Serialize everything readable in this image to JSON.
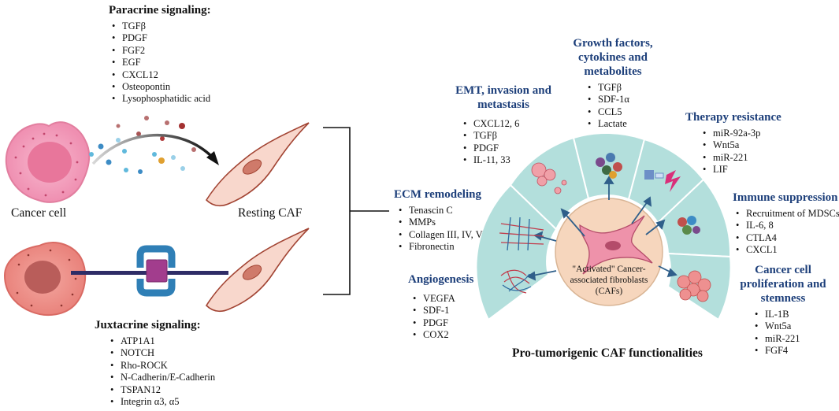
{
  "paracrine": {
    "title": "Paracrine signaling:",
    "items": [
      "TGFβ",
      "PDGF",
      "FGF2",
      "EGF",
      "CXCL12",
      "Osteopontin",
      "Lysophosphatidic acid"
    ]
  },
  "juxtacrine": {
    "title": "Juxtacrine signaling:",
    "items": [
      "ATP1A1",
      "NOTCH",
      "Rho-ROCK",
      "N-Cadherin/E-Cadherin",
      "TSPAN12",
      "Integrin α3, α5"
    ]
  },
  "cells": {
    "cancer": "Cancer cell",
    "resting": "Resting CAF"
  },
  "functions": {
    "growth": {
      "title": [
        "Growth factors,",
        "cytokines and",
        "metabolites"
      ],
      "items": [
        "TGFβ",
        "SDF-1α",
        "CCL5",
        "Lactate"
      ]
    },
    "emt": {
      "title": [
        "EMT, invasion and",
        "metastasis"
      ],
      "items": [
        "CXCL12, 6",
        "TGFβ",
        "PDGF",
        "IL-11, 33"
      ]
    },
    "therapy": {
      "title": [
        "Therapy resistance"
      ],
      "items": [
        "miR-92a-3p",
        "Wnt5a",
        "miR-221",
        "LIF"
      ]
    },
    "ecm": {
      "title": [
        "ECM remodeling"
      ],
      "items": [
        "Tenascin C",
        "MMPs",
        "Collagen III, IV, V",
        "Fibronectin"
      ]
    },
    "immune": {
      "title": [
        "Immune suppression"
      ],
      "items": [
        "Recruitment of MDSCs",
        "IL-6, 8",
        "CTLA4",
        "CXCL1"
      ]
    },
    "angio": {
      "title": [
        "Angiogenesis"
      ],
      "items": [
        "VEGFA",
        "SDF-1",
        "PDGF",
        "COX2"
      ]
    },
    "prolif": {
      "title": [
        "Cancer cell",
        "proliferation and",
        "stemness"
      ],
      "items": [
        "IL-1B",
        "Wnt5a",
        "miR-221",
        "FGF4"
      ]
    }
  },
  "center": {
    "lines": [
      "\"Activated\" Cancer-",
      "associated fibroblasts",
      "(CAFs)"
    ]
  },
  "footer": "Pro-tumorigenic CAF functionalities",
  "colors": {
    "header_blue": "#1d3f7a",
    "ring": "#b3dfdc",
    "center": "#f6d6bd",
    "caf_fill": "#f8d7cc",
    "caf_stroke": "#a24433"
  }
}
